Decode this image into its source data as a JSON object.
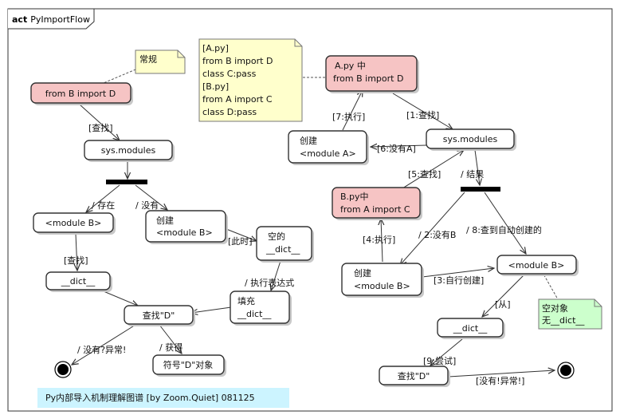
{
  "diagram_title_prefix": "act",
  "diagram_title": "PyImportFlow",
  "caption": "Py内部导入机制理解图谱 [by Zoom.Quiet] 081125",
  "notes": {
    "normal": "常规",
    "code": [
      "[A.py]",
      "from B import D",
      "class C:pass",
      "[B.py]",
      "from A import C",
      "class D:pass"
    ],
    "empty_obj": [
      "空对象",
      "无__dict__"
    ]
  },
  "left": {
    "start": "from B import D",
    "sysmodules": "sys.modules",
    "moduleB": "<module B>",
    "create": [
      "创建",
      "<module B>"
    ],
    "empty_dict": [
      "空的",
      "__dict__"
    ],
    "dict": "__dict__",
    "fill": [
      "填充",
      "__dict__"
    ],
    "find": "查找\"D\"",
    "symbol": "符号\"D\"对象"
  },
  "right": {
    "a_py": [
      "A.py 中",
      "from B import D"
    ],
    "sysmodules": "sys.modules",
    "create_a": [
      "创建",
      "<module A>"
    ],
    "b_py": [
      "B.py中",
      "from A import C"
    ],
    "create_b": [
      "创建",
      "<module B>"
    ],
    "moduleB": "<module B>",
    "dict": "__dict__",
    "find": "查找\"D\""
  },
  "edge_labels": {
    "find1": "[查找]",
    "exists": "/ 存在",
    "none": "/ 没有",
    "find2": "[查找]",
    "now": "[此时]",
    "exec_expr": "/ 执行表达式",
    "none_err": "/ 没有?异常!",
    "get": "/ 获得",
    "exec7": "[7:执行]",
    "find_1": "[1:查找]",
    "no_a6": "[6:没有A]",
    "find5": "[5:查找]",
    "result": "/ 结果",
    "exec4": "[4:执行]",
    "no_b2": "/ 2:没有B",
    "auto8": "/ 8:查到自动创建的",
    "self3": "[3:自行创建]",
    "from": "[从]",
    "try9": "[9:尝试]",
    "none_err2": "[没有!异常!]"
  },
  "colors": {
    "action_fill": "#ffffff",
    "highlight_fill": "#f6c4c4",
    "note_yellow": "#ffffcc",
    "note_green": "#ccffcc",
    "caption_bg": "#ccf4ff"
  }
}
